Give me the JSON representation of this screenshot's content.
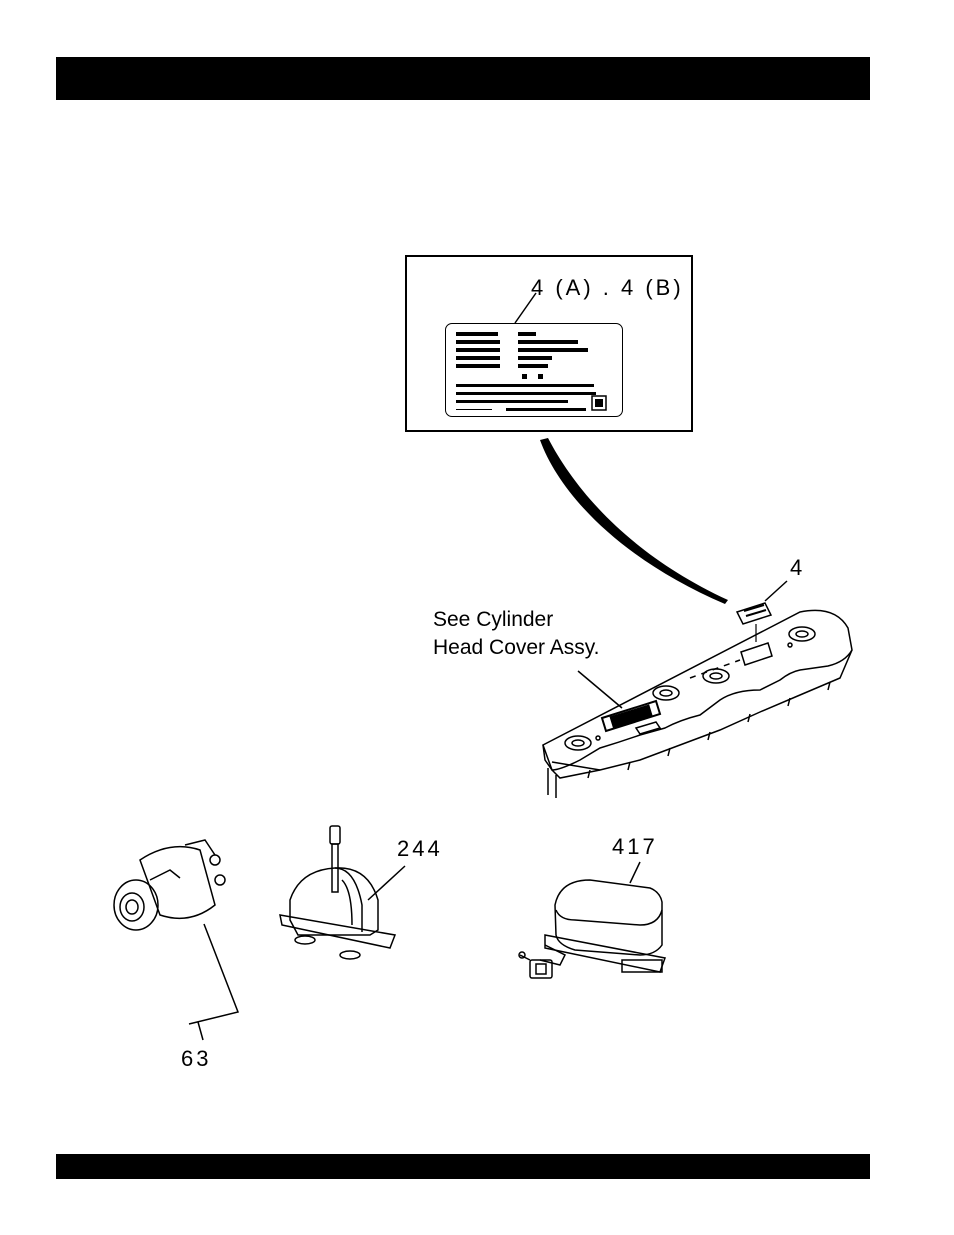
{
  "callouts": {
    "label_ref": "4 (A) . 4 (B)",
    "cover_label": "4",
    "switch": "63",
    "lever": "244",
    "relay": "417"
  },
  "note": {
    "line1": "See Cylinder",
    "line2": "Head Cover Assy."
  },
  "colors": {
    "ink": "#000000",
    "paper": "#ffffff"
  }
}
